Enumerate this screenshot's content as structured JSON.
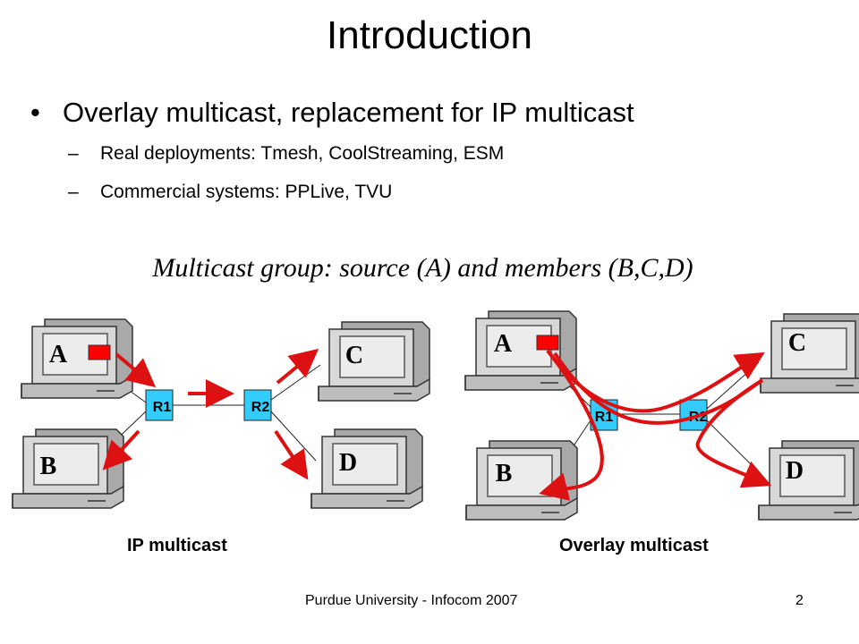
{
  "slide": {
    "title": "Introduction",
    "bullets": [
      {
        "text": "Overlay multicast, replacement for IP multicast",
        "sub": [
          "Real deployments: Tmesh, CoolStreaming, ESM",
          "Commercial systems: PPLive, TVU"
        ]
      }
    ],
    "diagram_caption": "Multicast group: source (A) and members (B,C,D)",
    "left_diagram": {
      "label": "IP multicast",
      "hosts": [
        "A",
        "B",
        "C",
        "D"
      ],
      "routers": [
        "R1",
        "R2"
      ]
    },
    "right_diagram": {
      "label": "Overlay multicast",
      "hosts": [
        "A",
        "B",
        "C",
        "D"
      ],
      "routers": [
        "R1",
        "R2"
      ]
    },
    "footer": "Purdue University - Infocom 2007",
    "page_number": "2"
  },
  "colors": {
    "router_fill": "#33ccff",
    "source_marker": "#ff0000",
    "arrow": "#dd1111",
    "computer_body": "#cfcfcf"
  }
}
